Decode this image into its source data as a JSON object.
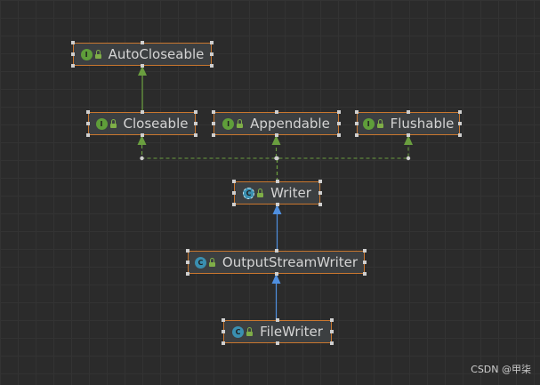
{
  "diagram": {
    "nodes": [
      {
        "id": "autocloseable",
        "label": "AutoCloseable",
        "kind": "interface",
        "kind_letter": "I"
      },
      {
        "id": "closeable",
        "label": "Closeable",
        "kind": "interface",
        "kind_letter": "I"
      },
      {
        "id": "appendable",
        "label": "Appendable",
        "kind": "interface",
        "kind_letter": "I"
      },
      {
        "id": "flushable",
        "label": "Flushable",
        "kind": "interface",
        "kind_letter": "I"
      },
      {
        "id": "writer",
        "label": "Writer",
        "kind": "abstract",
        "kind_letter": "C"
      },
      {
        "id": "outputstreamwriter",
        "label": "OutputStreamWriter",
        "kind": "class",
        "kind_letter": "C"
      },
      {
        "id": "filewriter",
        "label": "FileWriter",
        "kind": "class",
        "kind_letter": "C"
      }
    ],
    "edges": [
      {
        "from": "closeable",
        "to": "autocloseable",
        "type": "extends-interface"
      },
      {
        "from": "writer",
        "to": "closeable",
        "type": "implements"
      },
      {
        "from": "writer",
        "to": "appendable",
        "type": "implements"
      },
      {
        "from": "writer",
        "to": "flushable",
        "type": "implements"
      },
      {
        "from": "outputstreamwriter",
        "to": "writer",
        "type": "extends-class"
      },
      {
        "from": "filewriter",
        "to": "outputstreamwriter",
        "type": "extends-class"
      }
    ],
    "colors": {
      "background": "#2b2b2b",
      "node_border": "#c9772f",
      "interface_arrow": "#6a9e3f",
      "class_arrow": "#4f8fe0"
    }
  },
  "watermark": "CSDN @甲柒"
}
